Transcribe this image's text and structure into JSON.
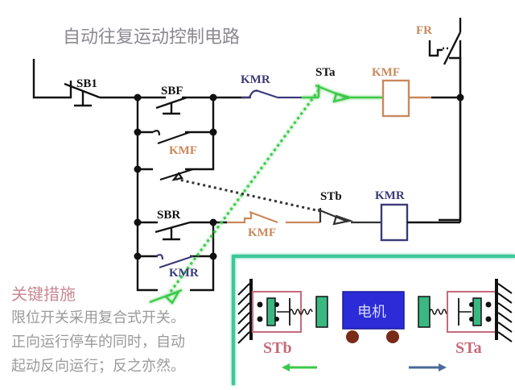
{
  "title": "自动往复运动控制电路",
  "circuit": {
    "labels": {
      "sb1": "SB1",
      "sbf": "SBF",
      "kmr_nc_top": "KMR",
      "sta_top": "STa",
      "kmf_coil": "KMF",
      "fr": "FR",
      "kmf_hold": "KMF",
      "sbr": "SBR",
      "kmf_nc_bottom": "KMF",
      "stb_top": "STb",
      "kmr_coil": "KMR",
      "kmr_hold": "KMR"
    },
    "colors": {
      "wire": "#111111",
      "kmf": "#c9895c",
      "kmr": "#3a3a78",
      "sta_link": "#3cc84a",
      "stb_link": "#333333",
      "title": "#8c8890"
    }
  },
  "notes": {
    "heading": "关键措施",
    "lines": [
      "限位开关采用复合式开关。",
      "正向运行停车的同时，自动",
      "起动反向运行；反之亦然。"
    ]
  },
  "panel": {
    "motor_label": "电机",
    "left_switch_label": "STb",
    "right_switch_label": "STa",
    "left_arrow_color": "#3cc84a",
    "right_arrow_color": "#4a6a9a",
    "motor_color": "#2b2bd8",
    "border_color": "#3cc89a"
  }
}
